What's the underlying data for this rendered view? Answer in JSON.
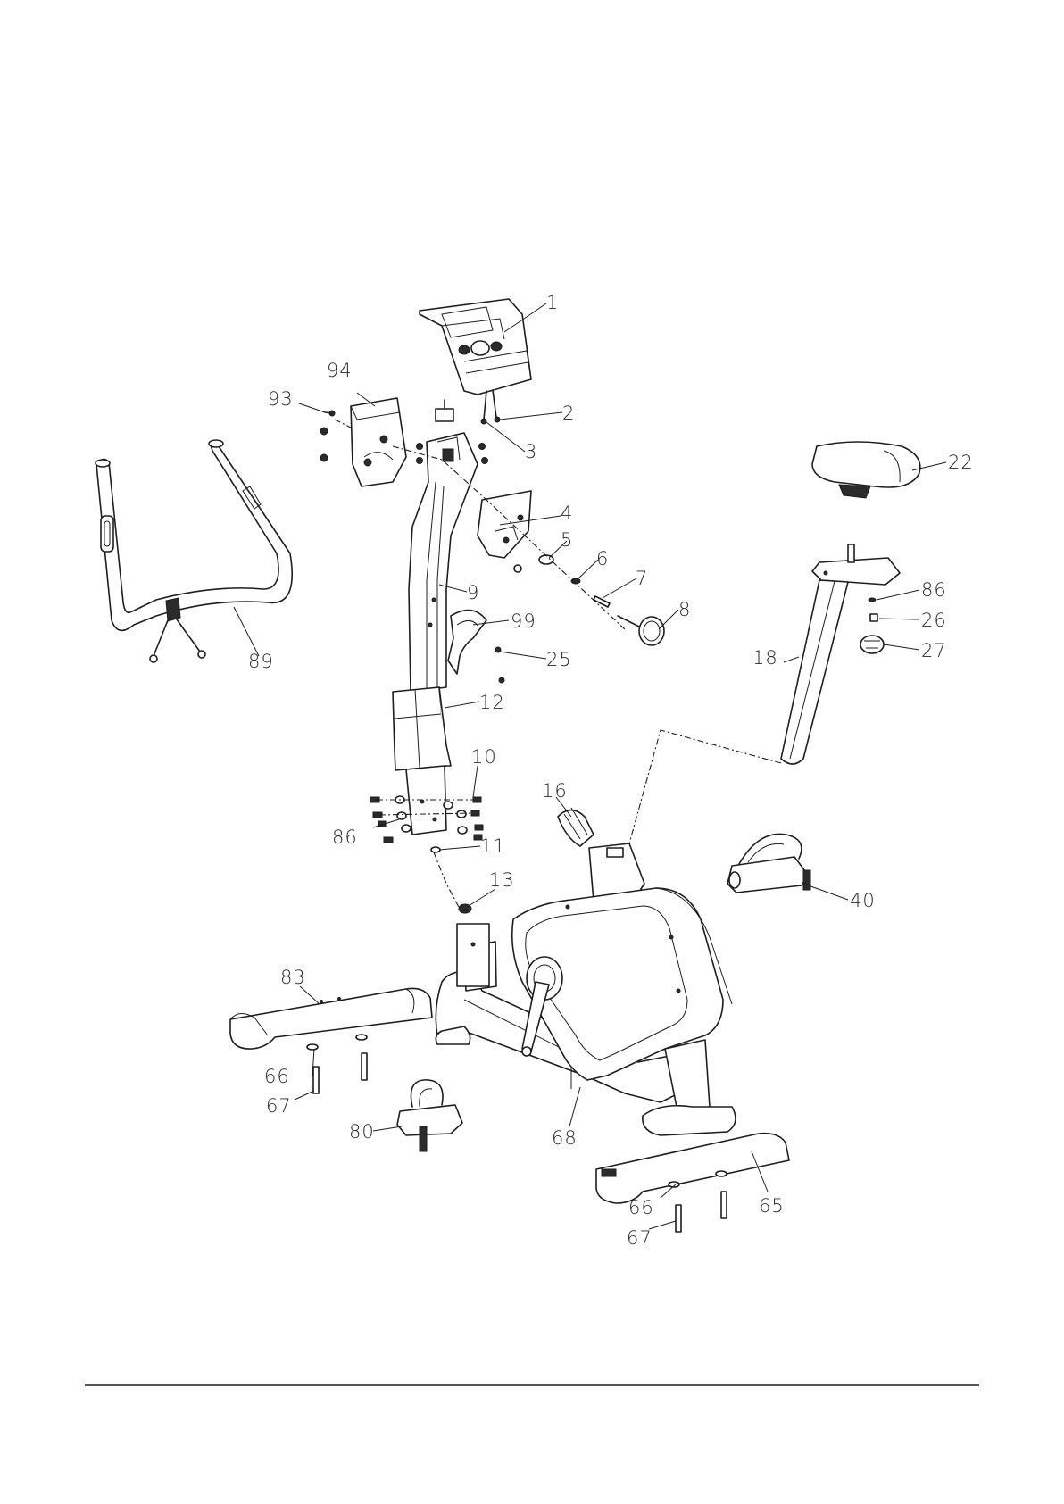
{
  "diagram": {
    "callouts": [
      {
        "id": "c1",
        "text": "1"
      },
      {
        "id": "c2",
        "text": "2"
      },
      {
        "id": "c3",
        "text": "3"
      },
      {
        "id": "c4",
        "text": "4"
      },
      {
        "id": "c5",
        "text": "5"
      },
      {
        "id": "c6",
        "text": "6"
      },
      {
        "id": "c7",
        "text": "7"
      },
      {
        "id": "c8",
        "text": "8"
      },
      {
        "id": "c9",
        "text": "9"
      },
      {
        "id": "c10",
        "text": "10"
      },
      {
        "id": "c11",
        "text": "11"
      },
      {
        "id": "c12",
        "text": "12"
      },
      {
        "id": "c13",
        "text": "13"
      },
      {
        "id": "c16",
        "text": "16"
      },
      {
        "id": "c18",
        "text": "18"
      },
      {
        "id": "c22",
        "text": "22"
      },
      {
        "id": "c25",
        "text": "25"
      },
      {
        "id": "c26",
        "text": "26"
      },
      {
        "id": "c27",
        "text": "27"
      },
      {
        "id": "c40",
        "text": "40"
      },
      {
        "id": "c65",
        "text": "65"
      },
      {
        "id": "c66a",
        "text": "66"
      },
      {
        "id": "c66b",
        "text": "66"
      },
      {
        "id": "c67a",
        "text": "67"
      },
      {
        "id": "c67b",
        "text": "67"
      },
      {
        "id": "c68",
        "text": "68"
      },
      {
        "id": "c80",
        "text": "80"
      },
      {
        "id": "c83",
        "text": "83"
      },
      {
        "id": "c86a",
        "text": "86"
      },
      {
        "id": "c86b",
        "text": "86"
      },
      {
        "id": "c89",
        "text": "89"
      },
      {
        "id": "c93",
        "text": "93"
      },
      {
        "id": "c94",
        "text": "94"
      },
      {
        "id": "c99",
        "text": "99"
      }
    ]
  }
}
